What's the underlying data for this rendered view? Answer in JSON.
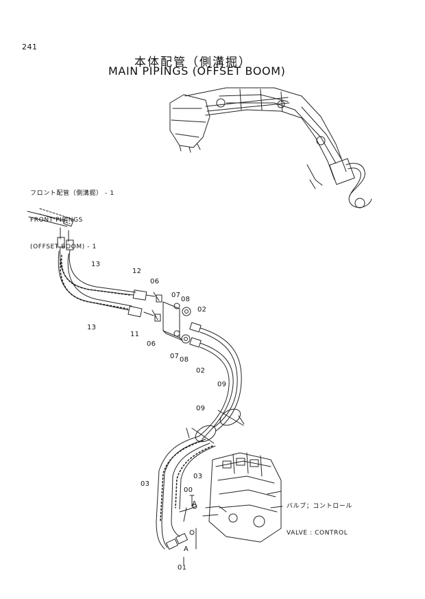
{
  "page_number": "241",
  "title_jp": "本体配管（側溝掘）",
  "title_en": "MAIN PIPINGS (OFFSET BOOM)",
  "front_ref": {
    "line1": "フロント配管（側溝掘） - 1",
    "line2": "FRONT PIPINGS",
    "line3": "(OFFSET BOOM) - 1"
  },
  "valve_ref": {
    "jp": "バルブ；コントロール",
    "en": "VALVE : CONTROL"
  },
  "callouts": [
    "13",
    "13",
    "12",
    "11",
    "06",
    "06",
    "07",
    "07",
    "08",
    "08",
    "02",
    "02",
    "09",
    "09",
    "03",
    "03",
    "00",
    "A",
    "A",
    "01"
  ]
}
